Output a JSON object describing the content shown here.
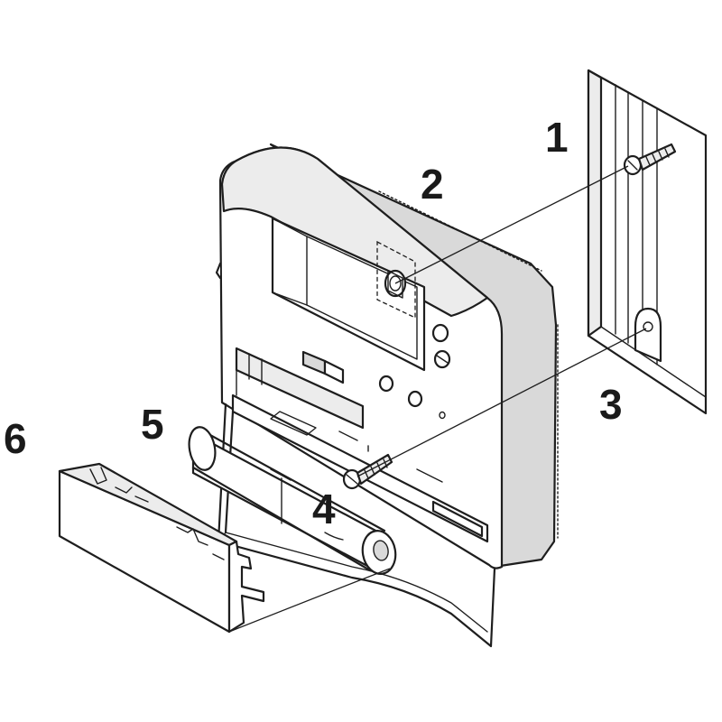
{
  "callouts": {
    "c1": "1",
    "c2": "2",
    "c3": "3",
    "c4": "4",
    "c5": "5",
    "c6": "6"
  },
  "colors": {
    "line": "#1e1e1e",
    "shade": "#d9d9d9",
    "light_shade": "#ececec"
  }
}
